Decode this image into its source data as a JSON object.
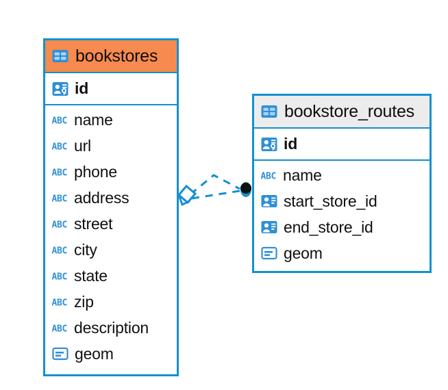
{
  "diagram": {
    "type": "entity-relationship-diagram",
    "background_color": "#ffffff",
    "accent_color": "#1490D0",
    "highlight_color": "#F78A4E",
    "header_gray": "#ECECEC"
  },
  "entities": [
    {
      "name": "bookstores",
      "header_style": "accent-orange",
      "table_icon": "table-icon",
      "primary_key": {
        "label": "id",
        "icon": "primary-key-icon"
      },
      "fields": [
        {
          "label": "name",
          "icon": "abc-text-icon"
        },
        {
          "label": "url",
          "icon": "abc-text-icon"
        },
        {
          "label": "phone",
          "icon": "abc-text-icon"
        },
        {
          "label": "address",
          "icon": "abc-text-icon"
        },
        {
          "label": "street",
          "icon": "abc-text-icon"
        },
        {
          "label": "city",
          "icon": "abc-text-icon"
        },
        {
          "label": "state",
          "icon": "abc-text-icon"
        },
        {
          "label": "zip",
          "icon": "abc-text-icon"
        },
        {
          "label": "description",
          "icon": "abc-text-icon"
        },
        {
          "label": "geom",
          "icon": "geometry-icon"
        }
      ]
    },
    {
      "name": "bookstore_routes",
      "header_style": "accent-gray",
      "table_icon": "table-icon",
      "primary_key": {
        "label": "id",
        "icon": "primary-key-icon"
      },
      "fields": [
        {
          "label": "name",
          "icon": "abc-text-icon"
        },
        {
          "label": "start_store_id",
          "icon": "foreign-key-icon"
        },
        {
          "label": "end_store_id",
          "icon": "foreign-key-icon"
        },
        {
          "label": "geom",
          "icon": "geometry-icon"
        }
      ]
    }
  ],
  "relationship": {
    "from_entity": "bookstores",
    "to_entity": "bookstore_routes",
    "from_marker": "diamond-marker",
    "to_marker": "filled-circle-marker",
    "line_style": "dashed",
    "line_color": "#1490D0"
  }
}
